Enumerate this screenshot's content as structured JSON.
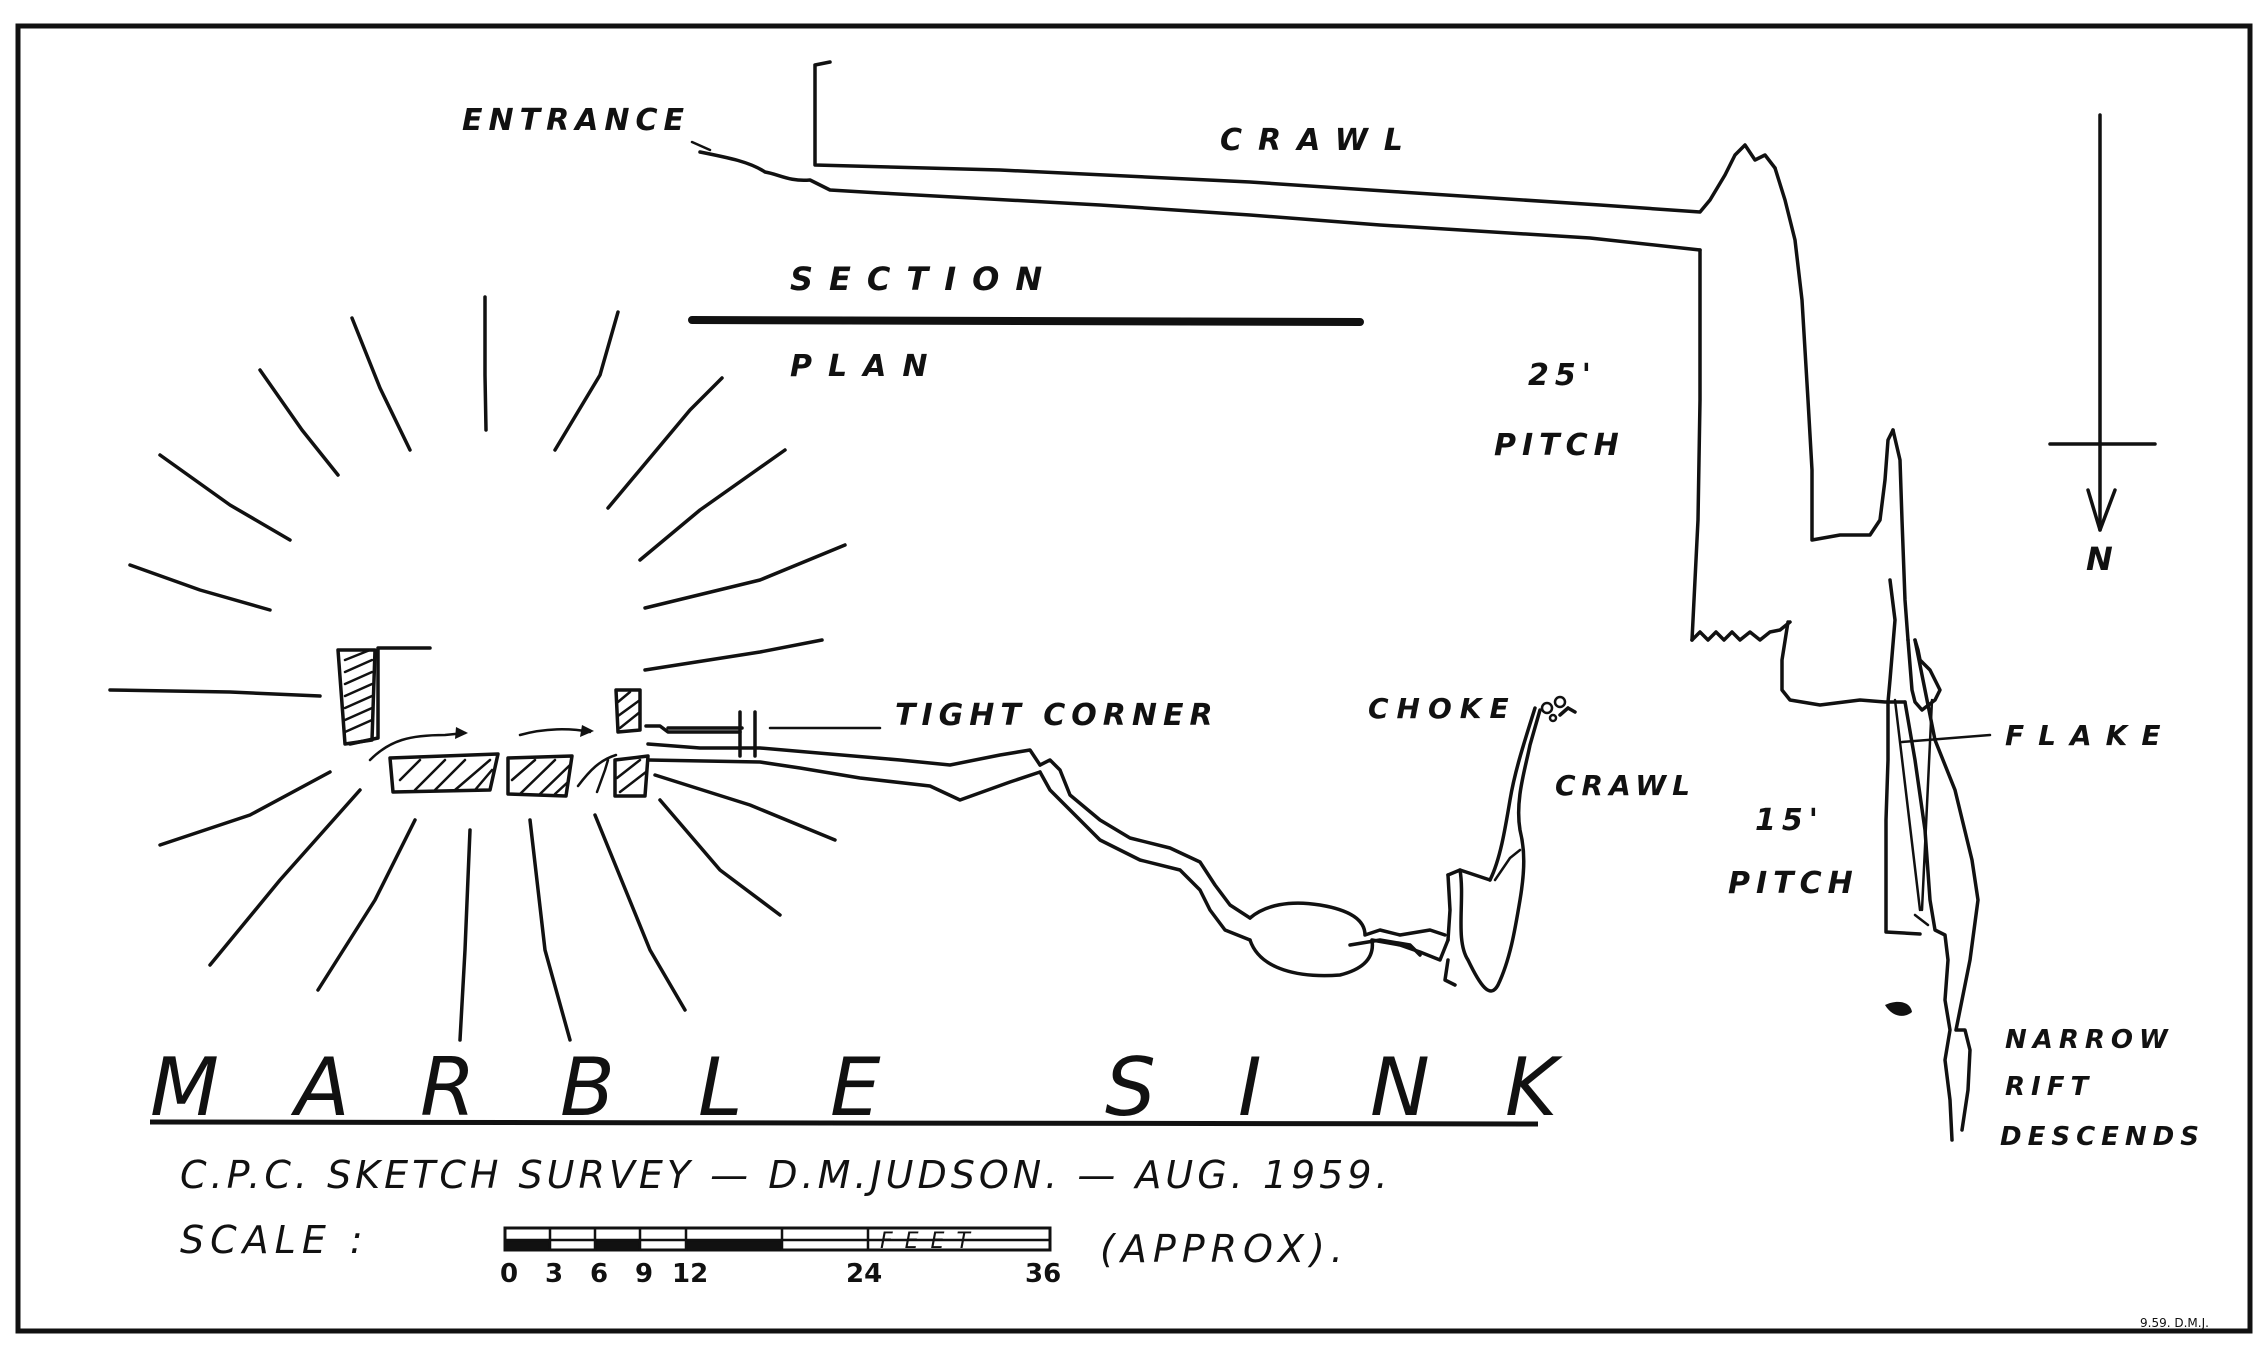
{
  "labels": {
    "entrance": "ENTRANCE",
    "crawl_top": "CRAWL",
    "section": "SECTION",
    "plan": "PLAN",
    "pitch25_num": "25'",
    "pitch25_word": "PITCH",
    "north": "N",
    "tight_corner": "TIGHT CORNER",
    "choke": "CHOKE",
    "crawl_right": "CRAWL",
    "flake": "FLAKE",
    "pitch15_num": "15'",
    "pitch15_word": "PITCH",
    "narrow": "NARROW",
    "rift": "RIFT",
    "descends": "DESCENDS"
  },
  "title": {
    "letters": [
      "M",
      "A",
      "R",
      "B",
      "L",
      "E",
      "S",
      "I",
      "N",
      "K"
    ]
  },
  "credit": "C.P.C. SKETCH SURVEY — D.M.JUDSON. — AUG. 1959.",
  "scale": {
    "label": "SCALE :",
    "unit": "FEET",
    "ticks": [
      "0",
      "3",
      "6",
      "9",
      "12",
      "24",
      "36"
    ],
    "approx": "(APPROX)."
  },
  "signature": "9.59. D.M.J."
}
